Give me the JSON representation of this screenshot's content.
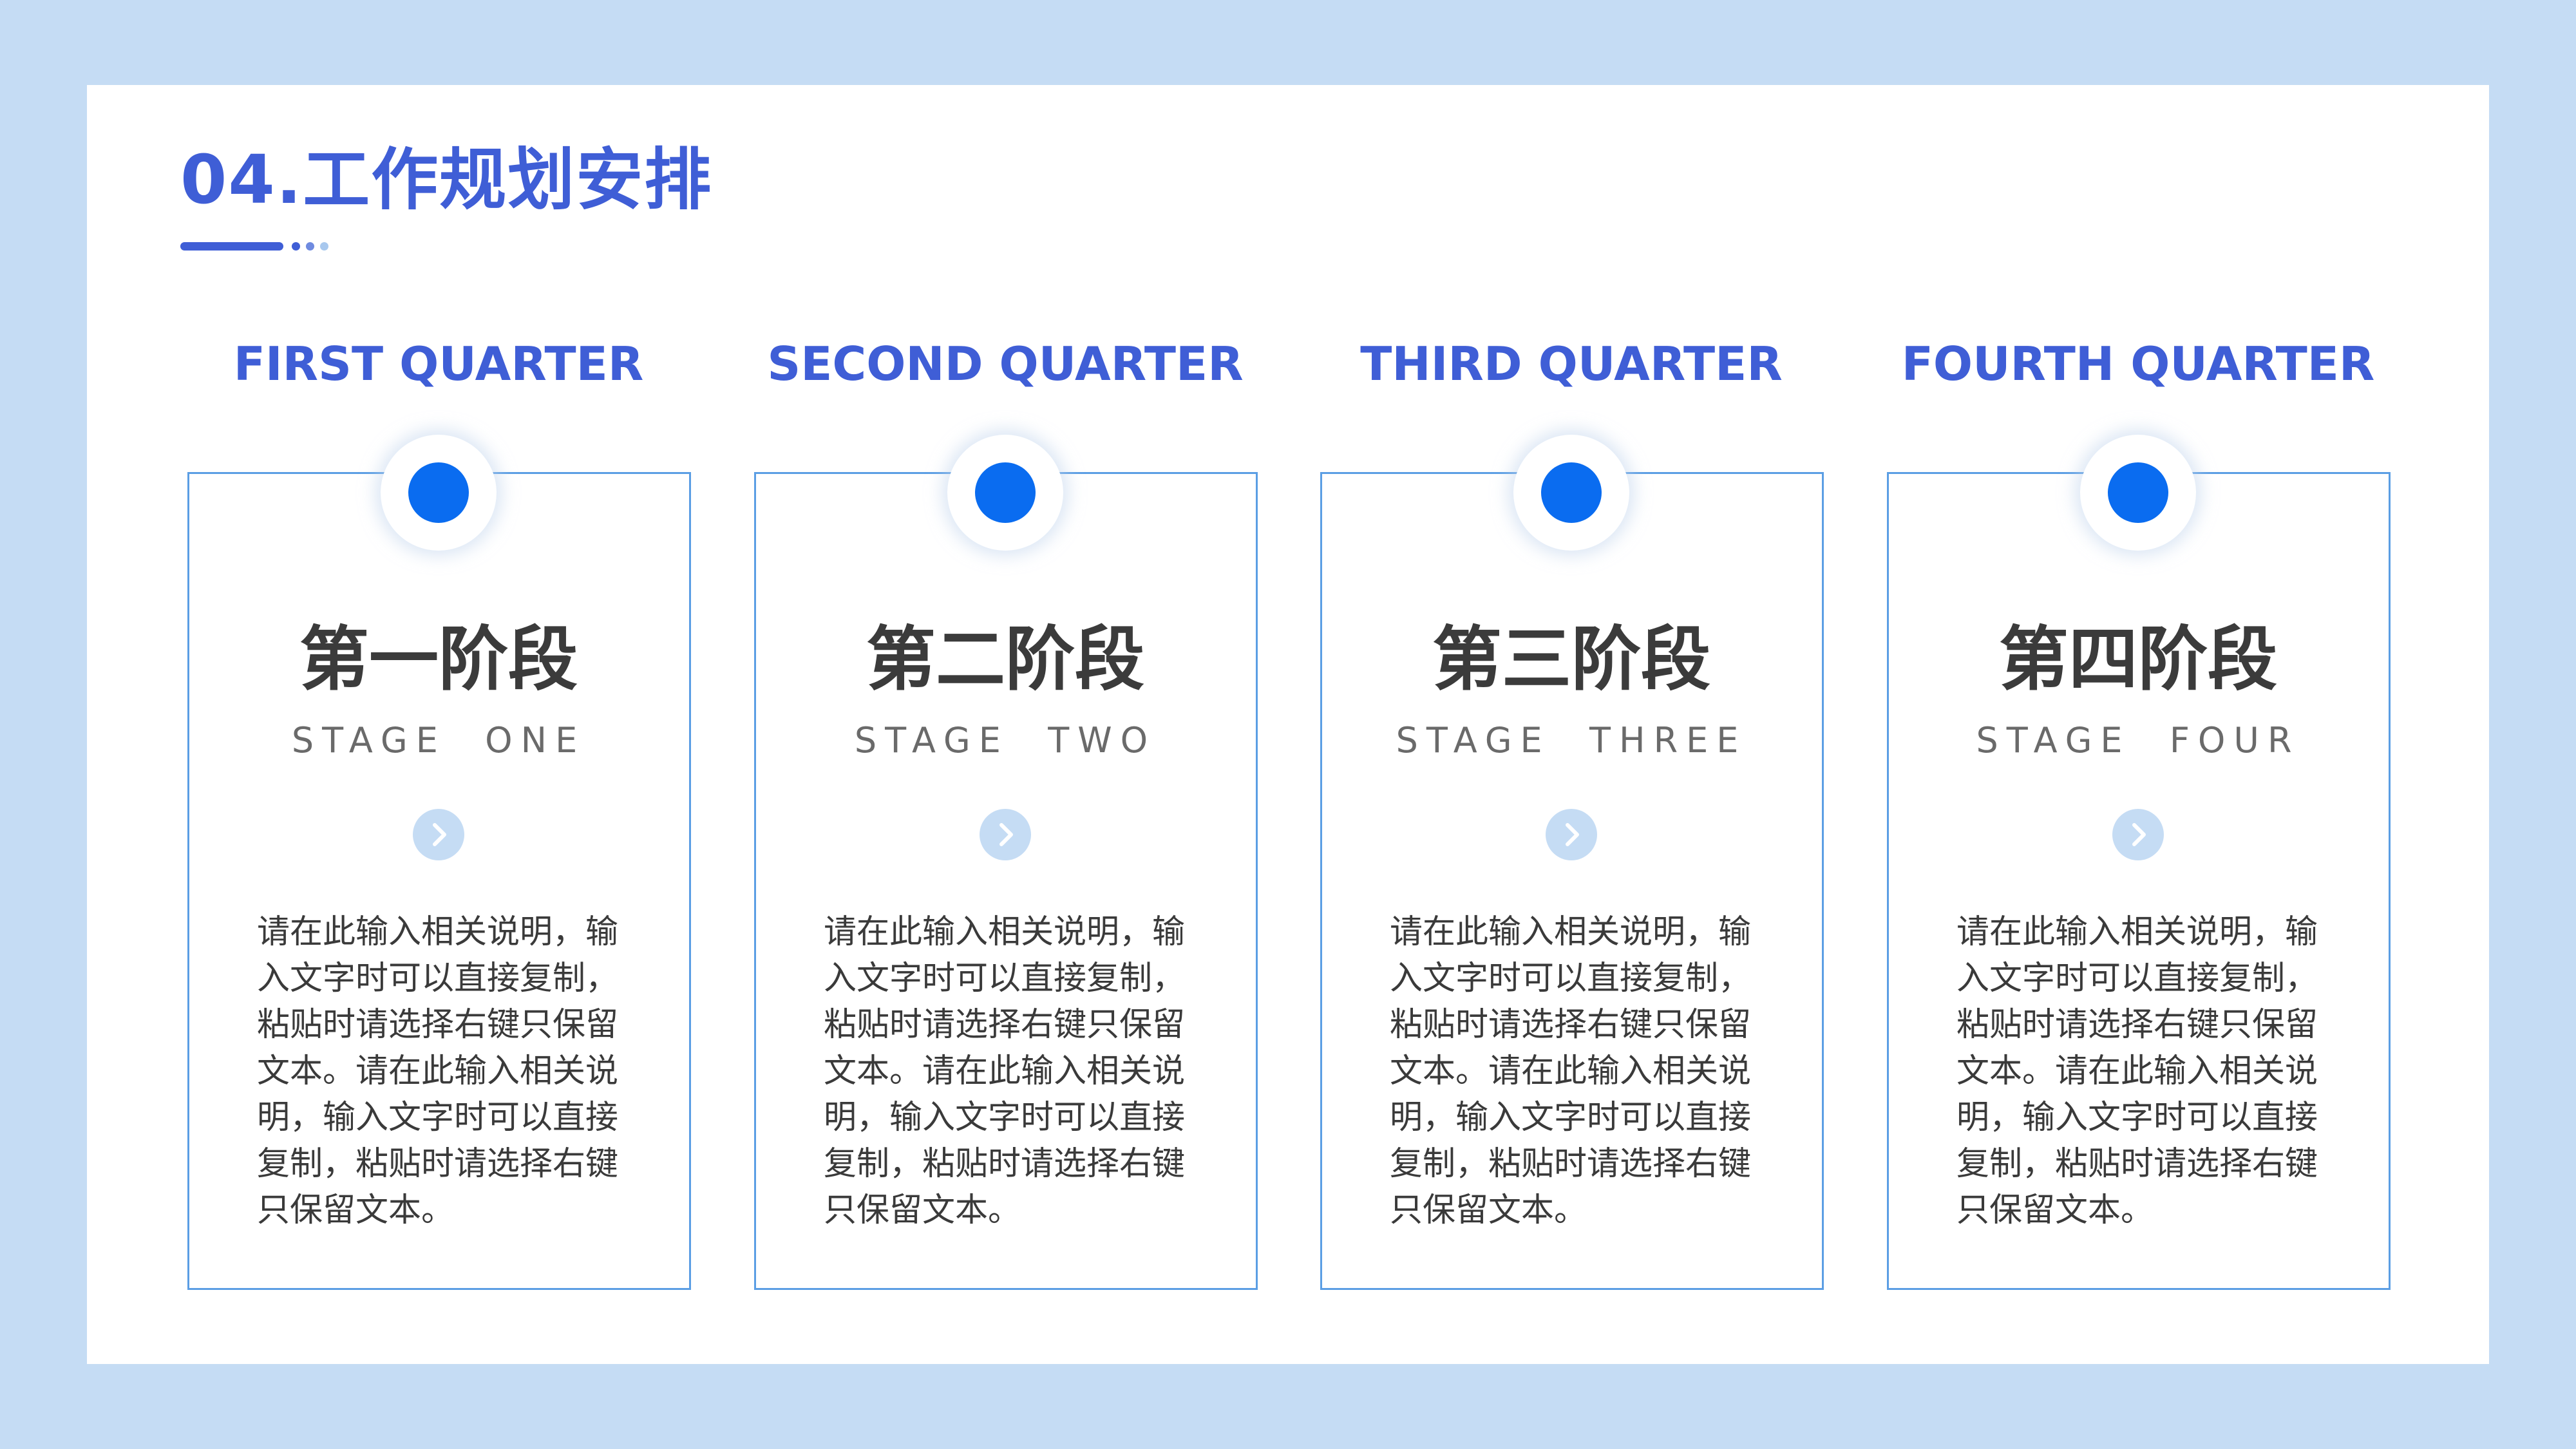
{
  "header": {
    "title": "04.工作规划安排"
  },
  "colors": {
    "background": "#c5dcf4",
    "accent": "#3f5ed6",
    "marker": "#0a6cf0",
    "card_border": "#5b9ee4",
    "text_dark": "#3b3b3b"
  },
  "stages": [
    {
      "quarter": "FIRST QUARTER",
      "title": "第一阶段",
      "subtitle": "STAGE  ONE",
      "icon": "chevron-right-icon",
      "description": "请在此输入相关说明，输入文字时可以直接复制，粘贴时请选择右键只保留文本。请在此输入相关说明，输入文字时可以直接复制，粘贴时请选择右键只保留文本。"
    },
    {
      "quarter": "SECOND QUARTER",
      "title": "第二阶段",
      "subtitle": "STAGE  TWO",
      "icon": "chevron-right-icon",
      "description": "请在此输入相关说明，输入文字时可以直接复制，粘贴时请选择右键只保留文本。请在此输入相关说明，输入文字时可以直接复制，粘贴时请选择右键只保留文本。"
    },
    {
      "quarter": "THIRD QUARTER",
      "title": "第三阶段",
      "subtitle": "STAGE  THREE",
      "icon": "chevron-right-icon",
      "description": "请在此输入相关说明，输入文字时可以直接复制，粘贴时请选择右键只保留文本。请在此输入相关说明，输入文字时可以直接复制，粘贴时请选择右键只保留文本。"
    },
    {
      "quarter": "FOURTH QUARTER",
      "title": "第四阶段",
      "subtitle": "STAGE  FOUR",
      "icon": "chevron-right-icon",
      "description": "请在此输入相关说明，输入文字时可以直接复制，粘贴时请选择右键只保留文本。请在此输入相关说明，输入文字时可以直接复制，粘贴时请选择右键只保留文本。"
    }
  ]
}
